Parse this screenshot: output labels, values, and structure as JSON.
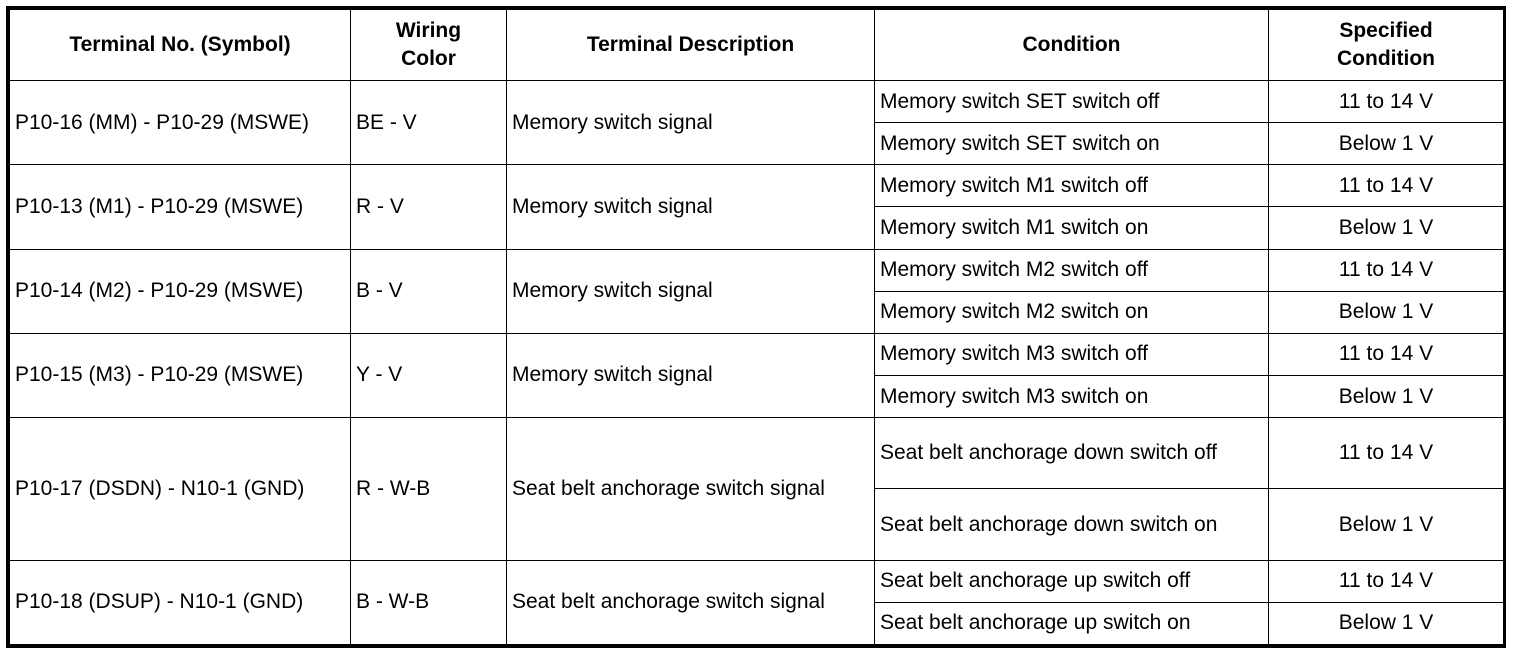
{
  "table": {
    "headers": {
      "terminal": "Terminal No. (Symbol)",
      "wiring_line1": "Wiring",
      "wiring_line2": "Color",
      "description": "Terminal Description",
      "condition": "Condition",
      "specified_line1": "Specified",
      "specified_line2": "Condition"
    },
    "groups": [
      {
        "terminal": "P10-16 (MM) - P10-29 (MSWE)",
        "wiring": "BE - V",
        "description": "Memory switch signal",
        "rows": [
          {
            "condition": "Memory switch SET switch off",
            "specified": "11 to 14 V"
          },
          {
            "condition": "Memory switch SET switch on",
            "specified": "Below 1 V"
          }
        ]
      },
      {
        "terminal": "P10-13 (M1) - P10-29 (MSWE)",
        "wiring": "R - V",
        "description": "Memory switch signal",
        "rows": [
          {
            "condition": "Memory switch M1 switch off",
            "specified": "11 to 14 V"
          },
          {
            "condition": "Memory switch M1 switch on",
            "specified": "Below 1 V"
          }
        ]
      },
      {
        "terminal": "P10-14 (M2) - P10-29 (MSWE)",
        "wiring": "B - V",
        "description": "Memory switch signal",
        "rows": [
          {
            "condition": "Memory switch M2 switch off",
            "specified": "11 to 14 V"
          },
          {
            "condition": "Memory switch M2 switch on",
            "specified": "Below 1 V"
          }
        ]
      },
      {
        "terminal": "P10-15 (M3) - P10-29 (MSWE)",
        "wiring": "Y - V",
        "description": "Memory switch signal",
        "rows": [
          {
            "condition": "Memory switch M3 switch off",
            "specified": "11 to 14 V"
          },
          {
            "condition": "Memory switch M3 switch on",
            "specified": "Below 1 V"
          }
        ]
      },
      {
        "terminal": "P10-17 (DSDN) - N10-1 (GND)",
        "wiring": "R - W-B",
        "description": "Seat belt anchorage switch signal",
        "rows": [
          {
            "condition": "Seat belt anchorage down switch off",
            "specified": "11 to 14 V"
          },
          {
            "condition": "Seat belt anchorage down switch on",
            "specified": "Below 1 V"
          }
        ]
      },
      {
        "terminal": "P10-18 (DSUP) - N10-1 (GND)",
        "wiring": "B - W-B",
        "description": "Seat belt anchorage switch signal",
        "rows": [
          {
            "condition": "Seat belt anchorage up switch off",
            "specified": "11 to 14 V"
          },
          {
            "condition": "Seat belt anchorage up switch on",
            "specified": "Below 1 V"
          }
        ]
      }
    ]
  }
}
